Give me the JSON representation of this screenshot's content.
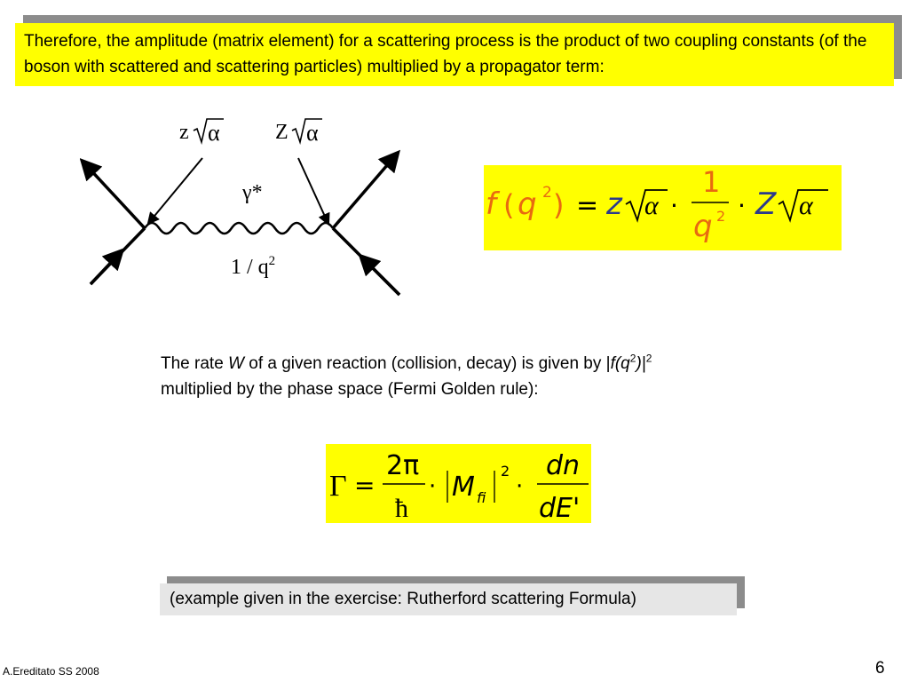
{
  "slide": {
    "intro_text": "Therefore, the amplitude (matrix element) for a scattering process is the product of two coupling constants (of the boson with scattered and scattering particles) multiplied by a propagator term:",
    "rate_text": {
      "part1": "The rate ",
      "W": "W",
      "part2": " of a given reaction (collision, decay) is given by |",
      "fq": "f(q",
      "sup1": "2",
      "close": ")|",
      "sup2": "2",
      "line2": "multiplied by the phase space (Fermi Golden rule):"
    },
    "example_note": "(example given in the exercise: Rutherford scattering Formula)",
    "footer_author": "A.Ereditato SS 2008",
    "page_number": "6"
  },
  "diagram": {
    "left_coupling": "z",
    "right_coupling": "Z",
    "alpha": "α",
    "boson_label": "γ*",
    "propagator_label": "1 / q",
    "propagator_exp": "2"
  },
  "formula1": {
    "f": "f",
    "lparen": "(",
    "q": "q",
    "exp": "2",
    "rparen": ")",
    "equals": "=",
    "z": "z",
    "alpha": "α",
    "dot": "·",
    "one": "1",
    "Z": "Z"
  },
  "formula2": {
    "Gamma": "Γ",
    "equals": "=",
    "two_pi": "2π",
    "hbar": "ħ",
    "dot": "·",
    "M": "M",
    "sub": "fi",
    "exp": "2",
    "dn": "dn",
    "dE": "dE'"
  },
  "colors": {
    "highlight": "#ffff00",
    "shadow": "#8c8c8c",
    "note_bg": "#e6e6e6",
    "formula_blue": "#2c3a8c",
    "formula_orange": "#e86a10"
  }
}
